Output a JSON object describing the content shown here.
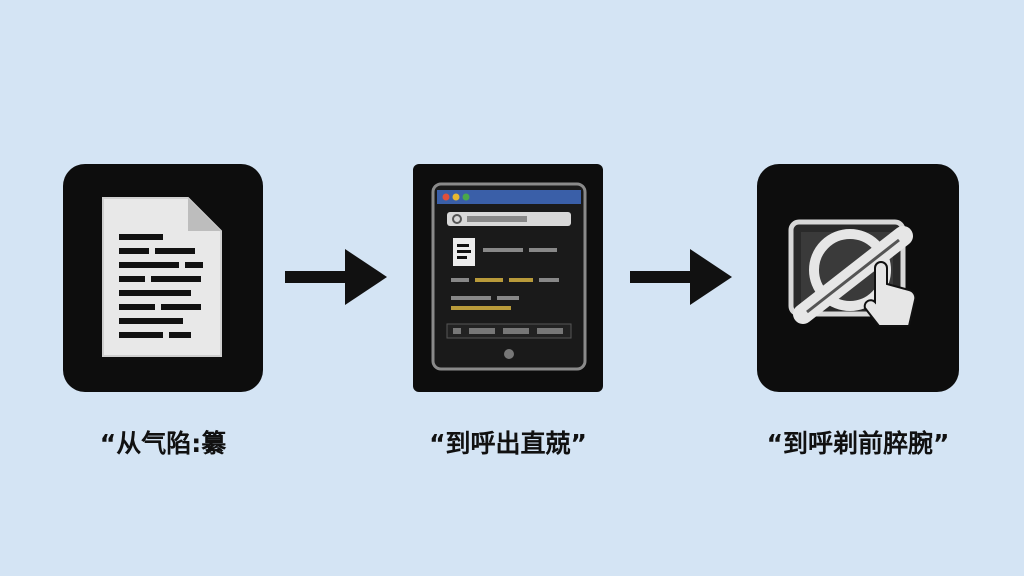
{
  "steps": [
    {
      "icon": "document-icon",
      "caption": "“从气陷:纂"
    },
    {
      "icon": "tablet-app-icon",
      "caption": "“到呼出直兢”"
    },
    {
      "icon": "tap-prohibited-icon",
      "caption": "“到呼剃前脺腕”"
    }
  ],
  "connectors": [
    "arrow-right-icon",
    "arrow-right-icon"
  ],
  "colors": {
    "background": "#d4e4f4",
    "tile": "#0d0d0d",
    "text": "#111111",
    "window_dot_red": "#e0503a",
    "window_dot_yellow": "#e8b830",
    "window_dot_green": "#4aa84a",
    "window_bar": "#3a5fa8",
    "highlight": "#b89a3a"
  }
}
